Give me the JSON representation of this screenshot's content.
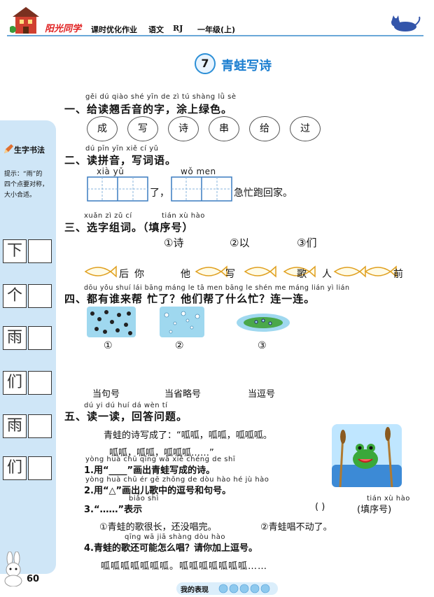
{
  "header": {
    "brand": "阳光同学",
    "series": "课时优化作业",
    "subject": "语文",
    "edition": "RJ",
    "grade": "一年级(上)"
  },
  "lesson": {
    "number": "7",
    "title": "青蛙写诗"
  },
  "sidebar": {
    "heading": "生字书法",
    "tip": [
      "提示：“雨”的",
      "四个点要对称，",
      "大小合适。"
    ],
    "chars": [
      "下",
      "个",
      "雨",
      "们",
      "雨",
      "们"
    ],
    "page_number": "60"
  },
  "q1": {
    "pinyin": "gěi dú qiào shé yīn de zì   tú shàng lǜ sè",
    "title": "一、给读翘舌音的字，涂上绿色。",
    "chars": [
      "成",
      "写",
      "诗",
      "串",
      "给",
      "过"
    ]
  },
  "q2": {
    "pinyin": "dú pīn yīn   xiě cí yǔ",
    "title": "二、读拼音，写词语。",
    "word1_pinyin": "xià     yǔ",
    "mid_text": "了，",
    "word2_pinyin": "wǒ    men",
    "end_text": "急忙跑回家。"
  },
  "q3": {
    "pinyin": "xuǎn zì zǔ cí",
    "title": "三、选字组词。（填序号）",
    "fill_pinyin": "tián xù hào",
    "options": [
      "①诗",
      "②以",
      "③们"
    ],
    "words": [
      "后",
      "你",
      "他",
      "写",
      "歌",
      "人",
      "前"
    ]
  },
  "q4": {
    "pinyin": "dōu yǒu shuí lái bāng máng le   tā men bāng le shén me máng   lián yì lián",
    "title": "四、都有谁来帮 忙了？他们帮了什么忙？连一连。",
    "pics": [
      "①",
      "②",
      "③"
    ],
    "labels": [
      "当句号",
      "当省略号",
      "当逗号"
    ]
  },
  "q5": {
    "pinyin": "dú yi dú   huí dá wèn tí",
    "title": "五、读一读，回答问题。",
    "poem1": "青蛙的诗写成了：“呱呱，呱呱，呱呱呱。",
    "poem2": "呱呱，呱呱，呱呱呱……”",
    "p1_pinyin": "yòng        huà chū qīng wā xiě chéng de shī",
    "p1": "1.用“____”画出青蛙写成的诗。",
    "p2_pinyin": "yòng        huà chū ér gē zhōng de dòu hào hé jù hào",
    "p2": "2.用“△”画出儿歌中的逗号和句号。",
    "p3_pinyin": "biǎo shì",
    "p3": "3.“……”表示",
    "p3_blank": "(          )",
    "p3_fill": "(填序号)",
    "p3_fill_pinyin": "tián xù hào",
    "p3_opt1": "①青蛙的歌很长，还没唱完。",
    "p3_opt2": "②青蛙唱不动了。",
    "p4_pinyin": "qīng wā        jiā shàng dòu hào",
    "p4": "4.青蛙的歌还可能怎么唱？请你加上逗号。",
    "p4_line": "呱呱呱呱呱呱呱。呱呱呱呱呱呱呱……"
  },
  "footer": {
    "label": "我的表现"
  },
  "colors": {
    "accent": "#1d7fd0",
    "sidebar": "#cfe6f7",
    "brand": "#e02020",
    "hl": "#a9d9f5"
  }
}
